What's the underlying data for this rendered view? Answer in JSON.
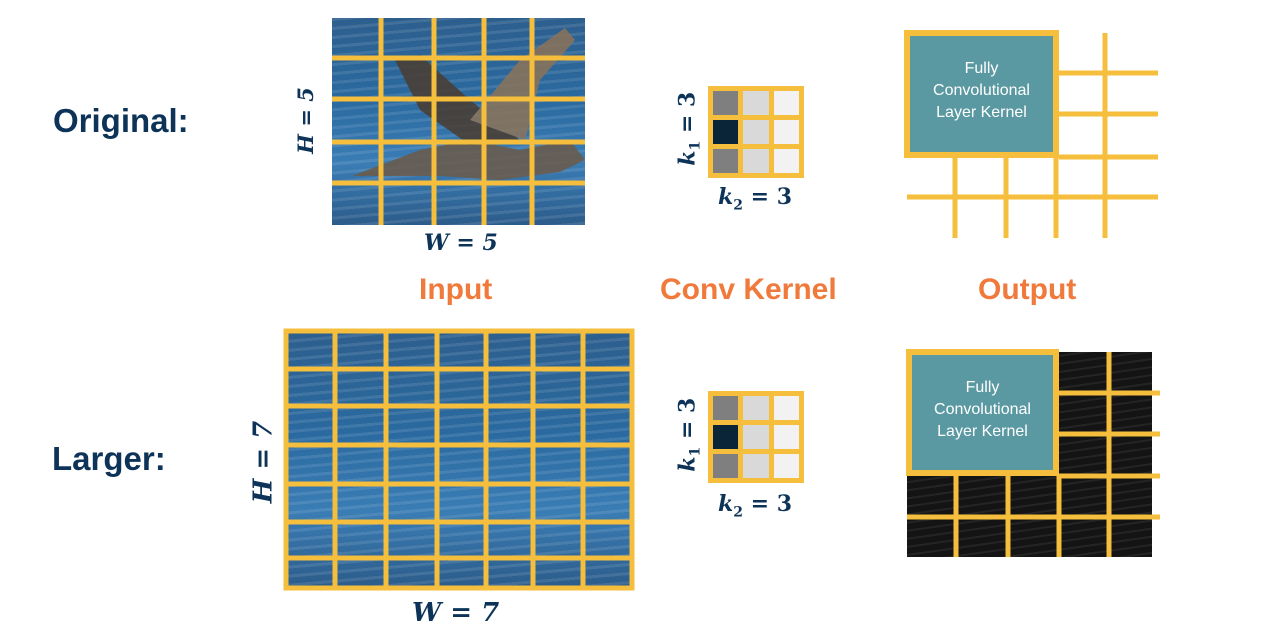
{
  "rows": [
    {
      "label": "Original:",
      "input_w": 5,
      "input_h": 5,
      "kernel_k1": 3,
      "kernel_k2": 3
    },
    {
      "label": "Larger:",
      "input_w": 7,
      "input_h": 7,
      "kernel_k1": 3,
      "kernel_k2": 3
    }
  ],
  "column_labels": {
    "input": "Input",
    "kernel": "Conv Kernel",
    "output": "Output"
  },
  "math": {
    "orig_h": "H = 5",
    "orig_w": "W = 5",
    "large_h": "H = 7",
    "large_w": "W = 7",
    "k1_sym": "k",
    "k1_sub": "1",
    "k2_sub": "2",
    "k_val": "= 3"
  },
  "fcl_text": [
    "Fully",
    "Convolutional",
    "Layer Kernel"
  ],
  "kernel_cells": [
    "#7f7f7f",
    "#d9d9d9",
    "#f2f2f2",
    "#0a2538",
    "#d9d9d9",
    "#f2f2f2",
    "#7f7f7f",
    "#d9d9d9",
    "#f2f2f2"
  ],
  "colors": {
    "grid": "#f5be3c",
    "title": "#0d3458",
    "accent": "#f07a3c",
    "fcl": "#5b99a2"
  }
}
